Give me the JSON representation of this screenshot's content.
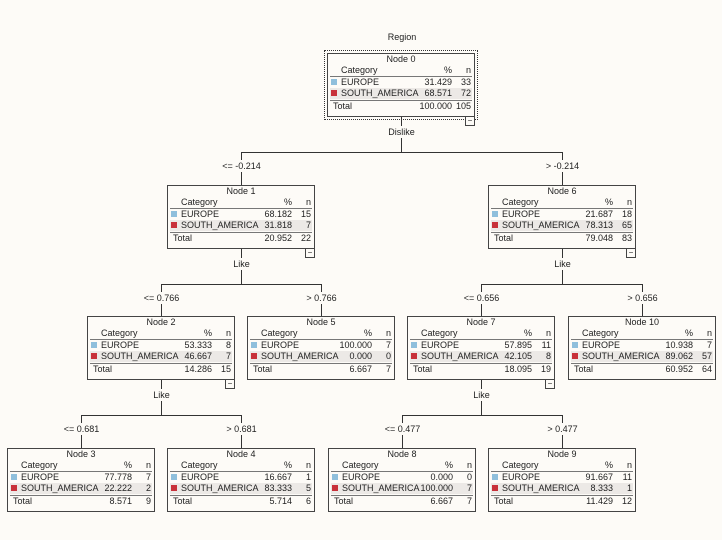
{
  "target_label": "Region",
  "colors": {
    "EUROPE": "#8fbfdc",
    "SOUTH_AMERICA": "#c8313a"
  },
  "headers": {
    "category": "Category",
    "percent": "%",
    "n": "n",
    "total": "Total"
  },
  "collapse_glyph": "−",
  "splits": [
    {
      "parent": 0,
      "variable": "Dislike",
      "children": [
        1,
        6
      ],
      "conditions": [
        "<= -0.214",
        "> -0.214"
      ]
    },
    {
      "parent": 1,
      "variable": "Like",
      "children": [
        2,
        5
      ],
      "conditions": [
        "<= 0.766",
        "> 0.766"
      ]
    },
    {
      "parent": 6,
      "variable": "Like",
      "children": [
        7,
        10
      ],
      "conditions": [
        "<= 0.656",
        "> 0.656"
      ]
    },
    {
      "parent": 2,
      "variable": "Like",
      "children": [
        3,
        4
      ],
      "conditions": [
        "<= 0.681",
        "> 0.681"
      ]
    },
    {
      "parent": 7,
      "variable": "Like",
      "children": [
        8,
        9
      ],
      "conditions": [
        "<= 0.477",
        "> 0.477"
      ]
    }
  ],
  "nodes": {
    "0": {
      "title": "Node 0",
      "rows": [
        [
          "EUROPE",
          "31.429",
          "33"
        ],
        [
          "SOUTH_AMERICA",
          "68.571",
          "72"
        ]
      ],
      "total": [
        "100.000",
        "105"
      ]
    },
    "1": {
      "title": "Node 1",
      "rows": [
        [
          "EUROPE",
          "68.182",
          "15"
        ],
        [
          "SOUTH_AMERICA",
          "31.818",
          "7"
        ]
      ],
      "total": [
        "20.952",
        "22"
      ]
    },
    "6": {
      "title": "Node 6",
      "rows": [
        [
          "EUROPE",
          "21.687",
          "18"
        ],
        [
          "SOUTH_AMERICA",
          "78.313",
          "65"
        ]
      ],
      "total": [
        "79.048",
        "83"
      ]
    },
    "2": {
      "title": "Node 2",
      "rows": [
        [
          "EUROPE",
          "53.333",
          "8"
        ],
        [
          "SOUTH_AMERICA",
          "46.667",
          "7"
        ]
      ],
      "total": [
        "14.286",
        "15"
      ]
    },
    "5": {
      "title": "Node 5",
      "rows": [
        [
          "EUROPE",
          "100.000",
          "7"
        ],
        [
          "SOUTH_AMERICA",
          "0.000",
          "0"
        ]
      ],
      "total": [
        "6.667",
        "7"
      ]
    },
    "7": {
      "title": "Node 7",
      "rows": [
        [
          "EUROPE",
          "57.895",
          "11"
        ],
        [
          "SOUTH_AMERICA",
          "42.105",
          "8"
        ]
      ],
      "total": [
        "18.095",
        "19"
      ]
    },
    "10": {
      "title": "Node 10",
      "rows": [
        [
          "EUROPE",
          "10.938",
          "7"
        ],
        [
          "SOUTH_AMERICA",
          "89.062",
          "57"
        ]
      ],
      "total": [
        "60.952",
        "64"
      ]
    },
    "3": {
      "title": "Node 3",
      "rows": [
        [
          "EUROPE",
          "77.778",
          "7"
        ],
        [
          "SOUTH_AMERICA",
          "22.222",
          "2"
        ]
      ],
      "total": [
        "8.571",
        "9"
      ]
    },
    "4": {
      "title": "Node 4",
      "rows": [
        [
          "EUROPE",
          "16.667",
          "1"
        ],
        [
          "SOUTH_AMERICA",
          "83.333",
          "5"
        ]
      ],
      "total": [
        "5.714",
        "6"
      ]
    },
    "8": {
      "title": "Node 8",
      "rows": [
        [
          "EUROPE",
          "0.000",
          "0"
        ],
        [
          "SOUTH_AMERICA",
          "100.000",
          "7"
        ]
      ],
      "total": [
        "6.667",
        "7"
      ]
    },
    "9": {
      "title": "Node 9",
      "rows": [
        [
          "EUROPE",
          "91.667",
          "11"
        ],
        [
          "SOUTH_AMERICA",
          "8.333",
          "1"
        ]
      ],
      "total": [
        "11.429",
        "12"
      ]
    }
  }
}
